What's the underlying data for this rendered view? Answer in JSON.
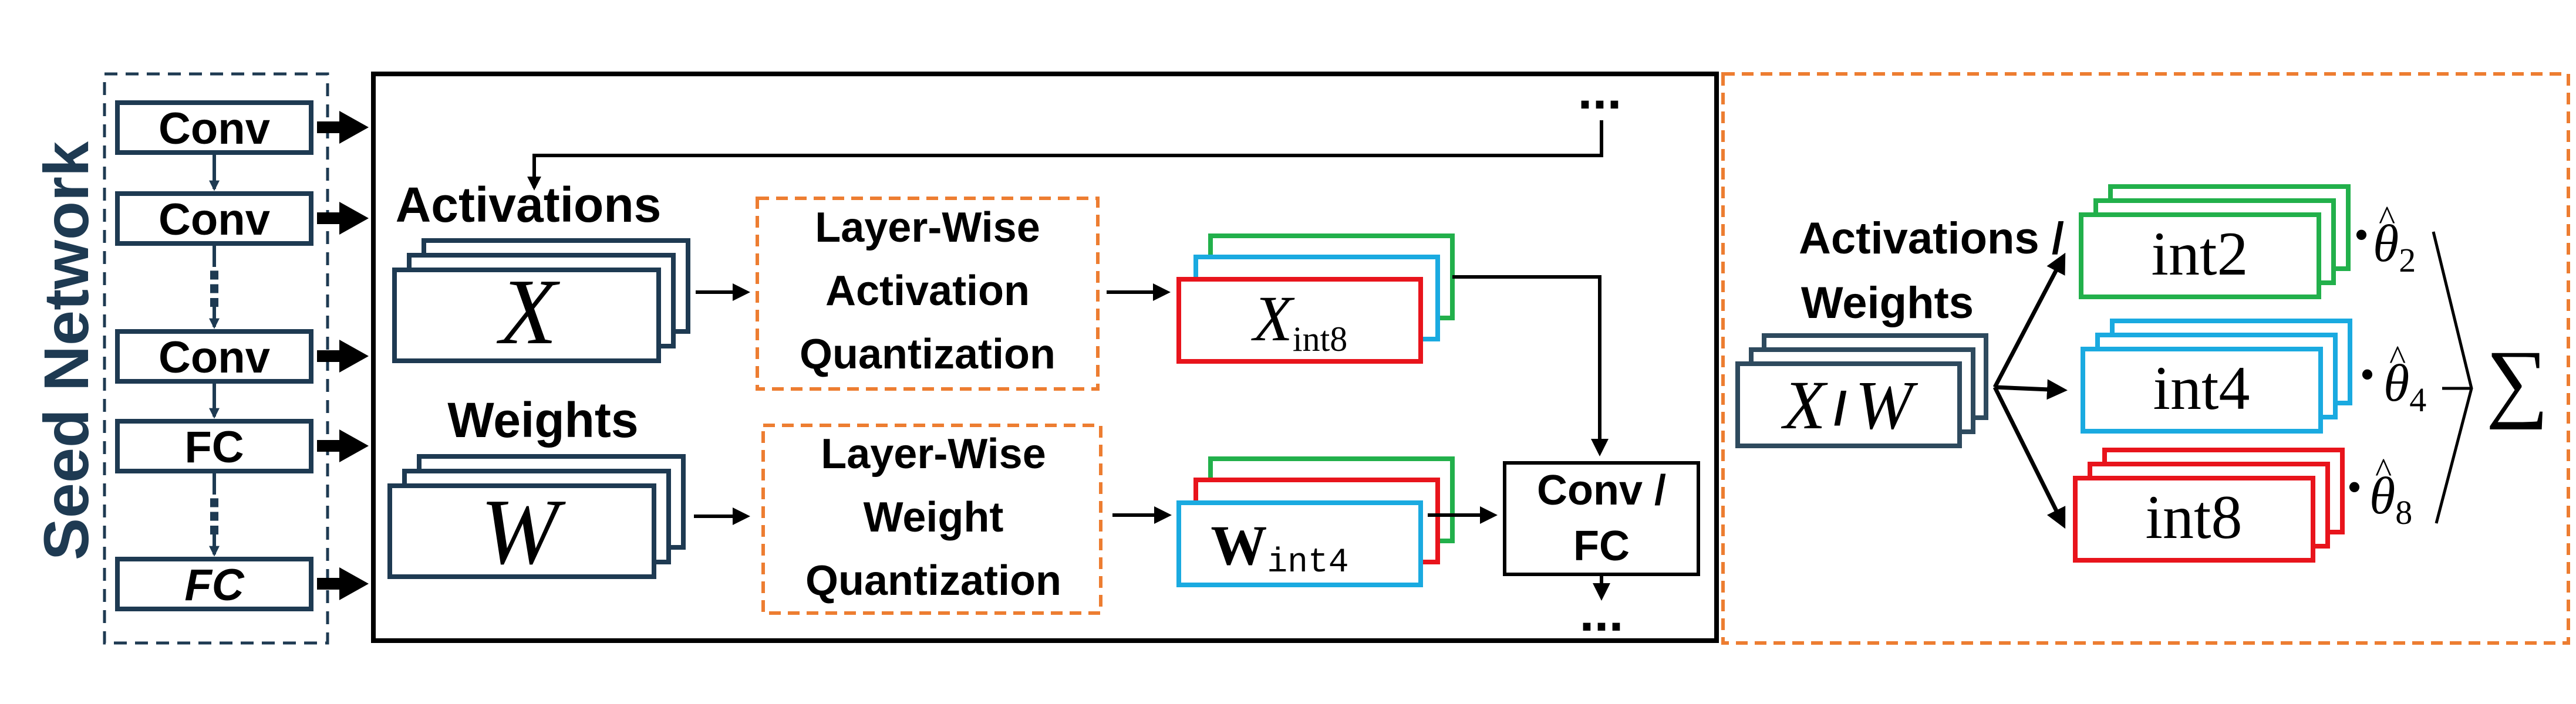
{
  "seed_network": {
    "title": "Seed Network",
    "layers": [
      "Conv",
      "Conv",
      "Conv",
      "FC",
      "FC"
    ],
    "vdots": "⋮"
  },
  "pipeline": {
    "ellipsis_top": "...",
    "ellipsis_bottom": "...",
    "activations_label": "Activations",
    "activation_symbol": "X",
    "weights_label": "Weights",
    "weight_symbol": "W",
    "act_quant": [
      "Layer-Wise",
      "Activation",
      "Quantization"
    ],
    "weight_quant": [
      "Layer-Wise",
      "Weight",
      "Quantization"
    ],
    "act_quant_base": "X",
    "act_quant_sub": "int8",
    "weight_quant_base": "W",
    "weight_quant_sub": "int4",
    "conv_fc": [
      "Conv /",
      "FC"
    ]
  },
  "mixture": {
    "input_label": [
      "Activations /",
      "Weights"
    ],
    "input_symbol_a": "X",
    "input_symbol_sep": "/",
    "input_symbol_b": "W",
    "branches": [
      {
        "label": "int2",
        "coef": "θ",
        "sub": "2"
      },
      {
        "label": "int4",
        "coef": "θ",
        "sub": "4"
      },
      {
        "label": "int8",
        "coef": "θ",
        "sub": "8"
      }
    ],
    "bullet": "•",
    "hat": "^",
    "sum_symbol": "∑"
  },
  "colors": {
    "navy": "#1e3a52",
    "orange": "#ed7d31",
    "green": "#22b04b",
    "blue": "#1aaae0",
    "red": "#e8141c",
    "black": "#000000"
  }
}
